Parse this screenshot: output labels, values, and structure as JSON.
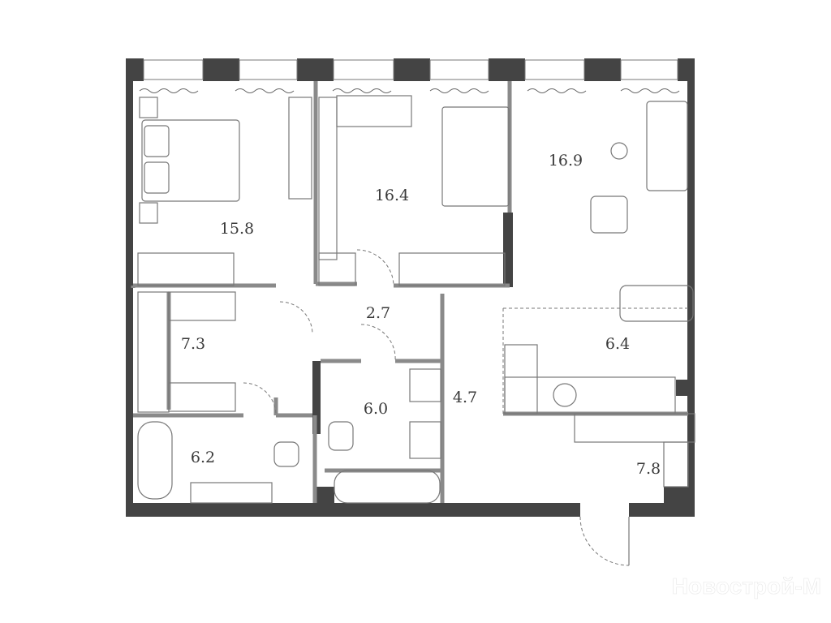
{
  "plan": {
    "rooms": [
      {
        "id": "bedroom-1",
        "area": "15.8"
      },
      {
        "id": "bedroom-2",
        "area": "16.4"
      },
      {
        "id": "living-room",
        "area": "16.9"
      },
      {
        "id": "hall",
        "area": "2.7"
      },
      {
        "id": "wardrobe",
        "area": "7.3"
      },
      {
        "id": "kitchen",
        "area": "6.4"
      },
      {
        "id": "bathroom-1",
        "area": "6.0"
      },
      {
        "id": "corridor",
        "area": "4.7"
      },
      {
        "id": "bathroom-2",
        "area": "6.2"
      },
      {
        "id": "entrance",
        "area": "7.8"
      }
    ]
  },
  "watermark": "Новострой-М",
  "colors": {
    "wall": "#444444",
    "partition": "#8a8a8a",
    "furniture": "#777777"
  }
}
